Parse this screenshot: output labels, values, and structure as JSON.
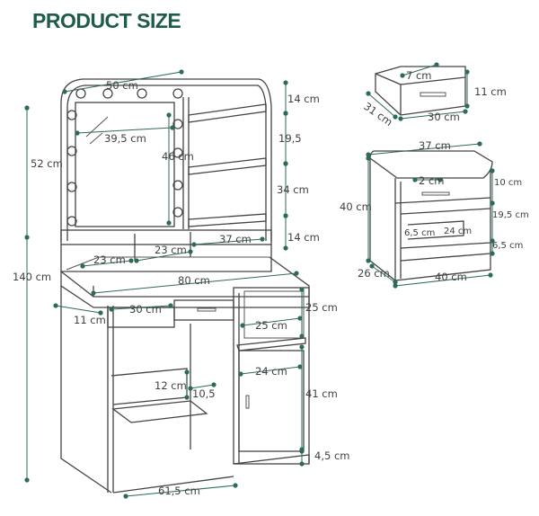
{
  "title": "PRODUCT SIZE",
  "colors": {
    "title": "#1f5c46",
    "dimension": "#2e6b55",
    "outline": "#444444"
  },
  "labels": {
    "vanity_top_width": "50 cm",
    "mirror_width": "39,5 cm",
    "mirror_height": "46 cm",
    "mirror_section_height": "52 cm",
    "total_height": "140 cm",
    "shelf_top": "14 cm",
    "shelf_mid": "19,5",
    "shelf_low": "34 cm",
    "shelf_bottom": "14 cm",
    "cubby_left": "23 cm",
    "cubby_mid": "23 cm",
    "cubby_right": "37 cm",
    "desk_width": "80 cm",
    "desk_depth": "11 cm",
    "drawer_width": "30 cm",
    "open_shelf_width": "25 cm",
    "open_shelf_height": "25 cm",
    "door_width": "24 cm",
    "footrest_height": "12 cm",
    "footrest_depth": "10,5",
    "cabinet_height": "41 cm",
    "plinth_height": "4,5 cm",
    "base_width": "61,5 cm",
    "drawer_box_height": "7 cm",
    "drawer_box_depth": "31 cm",
    "drawer_box_width": "30 cm",
    "drawer_box_side": "11 cm",
    "stool_width": "37 cm",
    "stool_drawer_height": "2 cm",
    "stool_inner_height": "10 cm",
    "stool_height": "40 cm",
    "stool_shelf_height": "19,5 cm",
    "stool_shelf_small": "6,5 cm",
    "stool_shelf_width": "24 cm",
    "stool_plinth": "6,5 cm",
    "stool_depth": "26 cm",
    "stool_base_width": "40 cm"
  }
}
